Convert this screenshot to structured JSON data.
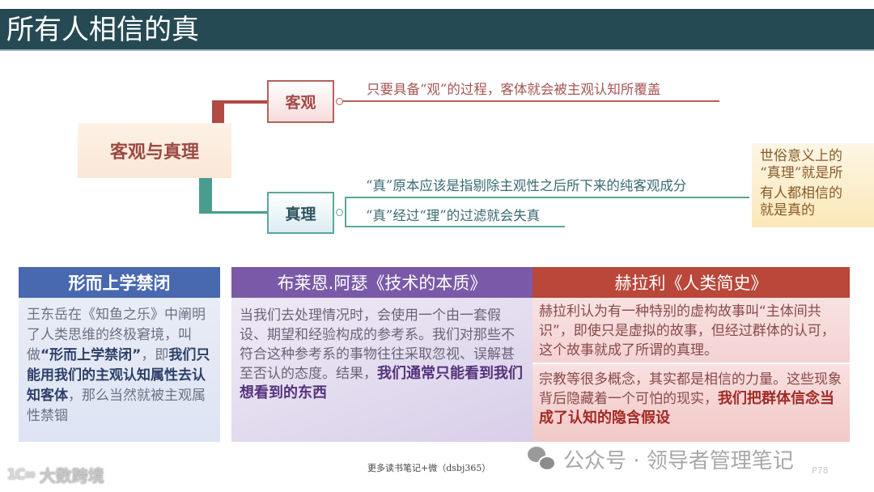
{
  "slide": {
    "title": "所有人相信的真"
  },
  "mindmap": {
    "root": "客观与真理",
    "branches": [
      {
        "label": "客观",
        "color": "#b5615c",
        "items": [
          "只要具备“观”的过程，客体就会被主观认知所覆盖"
        ]
      },
      {
        "label": "真理",
        "color": "#5aa898",
        "items": [
          "“真”原本应该是指剔除主观性之后所下来的纯客观成分",
          "“真”经过“理”的过滤就会失真"
        ]
      }
    ],
    "note": {
      "lines": [
        "世俗意义上的",
        "“真理”就是所",
        "有人都相信的",
        "就是真的"
      ]
    }
  },
  "cards": [
    {
      "title": "形而上学禁闭",
      "color": "#4868b0",
      "body": {
        "p1": "王东岳在《知鱼之乐》中阐明了人类思维的终极窘境，叫做",
        "em1": "“形而上学禁闭”",
        "p2": "，即",
        "em2": "我们只能用我们的主观认知属性去认知客体",
        "p3": "，那么当然就被主观属性禁锢"
      }
    },
    {
      "title": "布莱恩.阿瑟《技术的本质》",
      "color": "#7a5aa8",
      "body": {
        "p1": "当我们去处理情况时，会使用一个由一套假设、期望和经验构成的参考系。我们对那些不符合这种参考系的事物往往采取忽视、误解甚至否认的态度。结果，",
        "em1": "我们通常只能看到我们想看到的东西"
      }
    },
    {
      "title": "赫拉利《人类简史》",
      "color": "#b9473a",
      "body": {
        "sec1": "赫拉利认为有一种特别的虚构故事叫“主体间共识”，即使只是虚拟的故事，但经过群体的认可，这个故事就成了所谓的真理。",
        "sec2_p1": "宗教等很多概念，其实都是相信的力量。这些现象背后隐藏着一个可怕的现实，",
        "sec2_em": "我们把群体信念当成了认知的隐含假设"
      }
    }
  ],
  "footer": {
    "brand_logo": "1C∞",
    "brand": "大数跨境",
    "more": "更多读书笔记+微（dsbj365）",
    "watermark": "公众号 · 领导者管理笔记",
    "page": "P78"
  }
}
